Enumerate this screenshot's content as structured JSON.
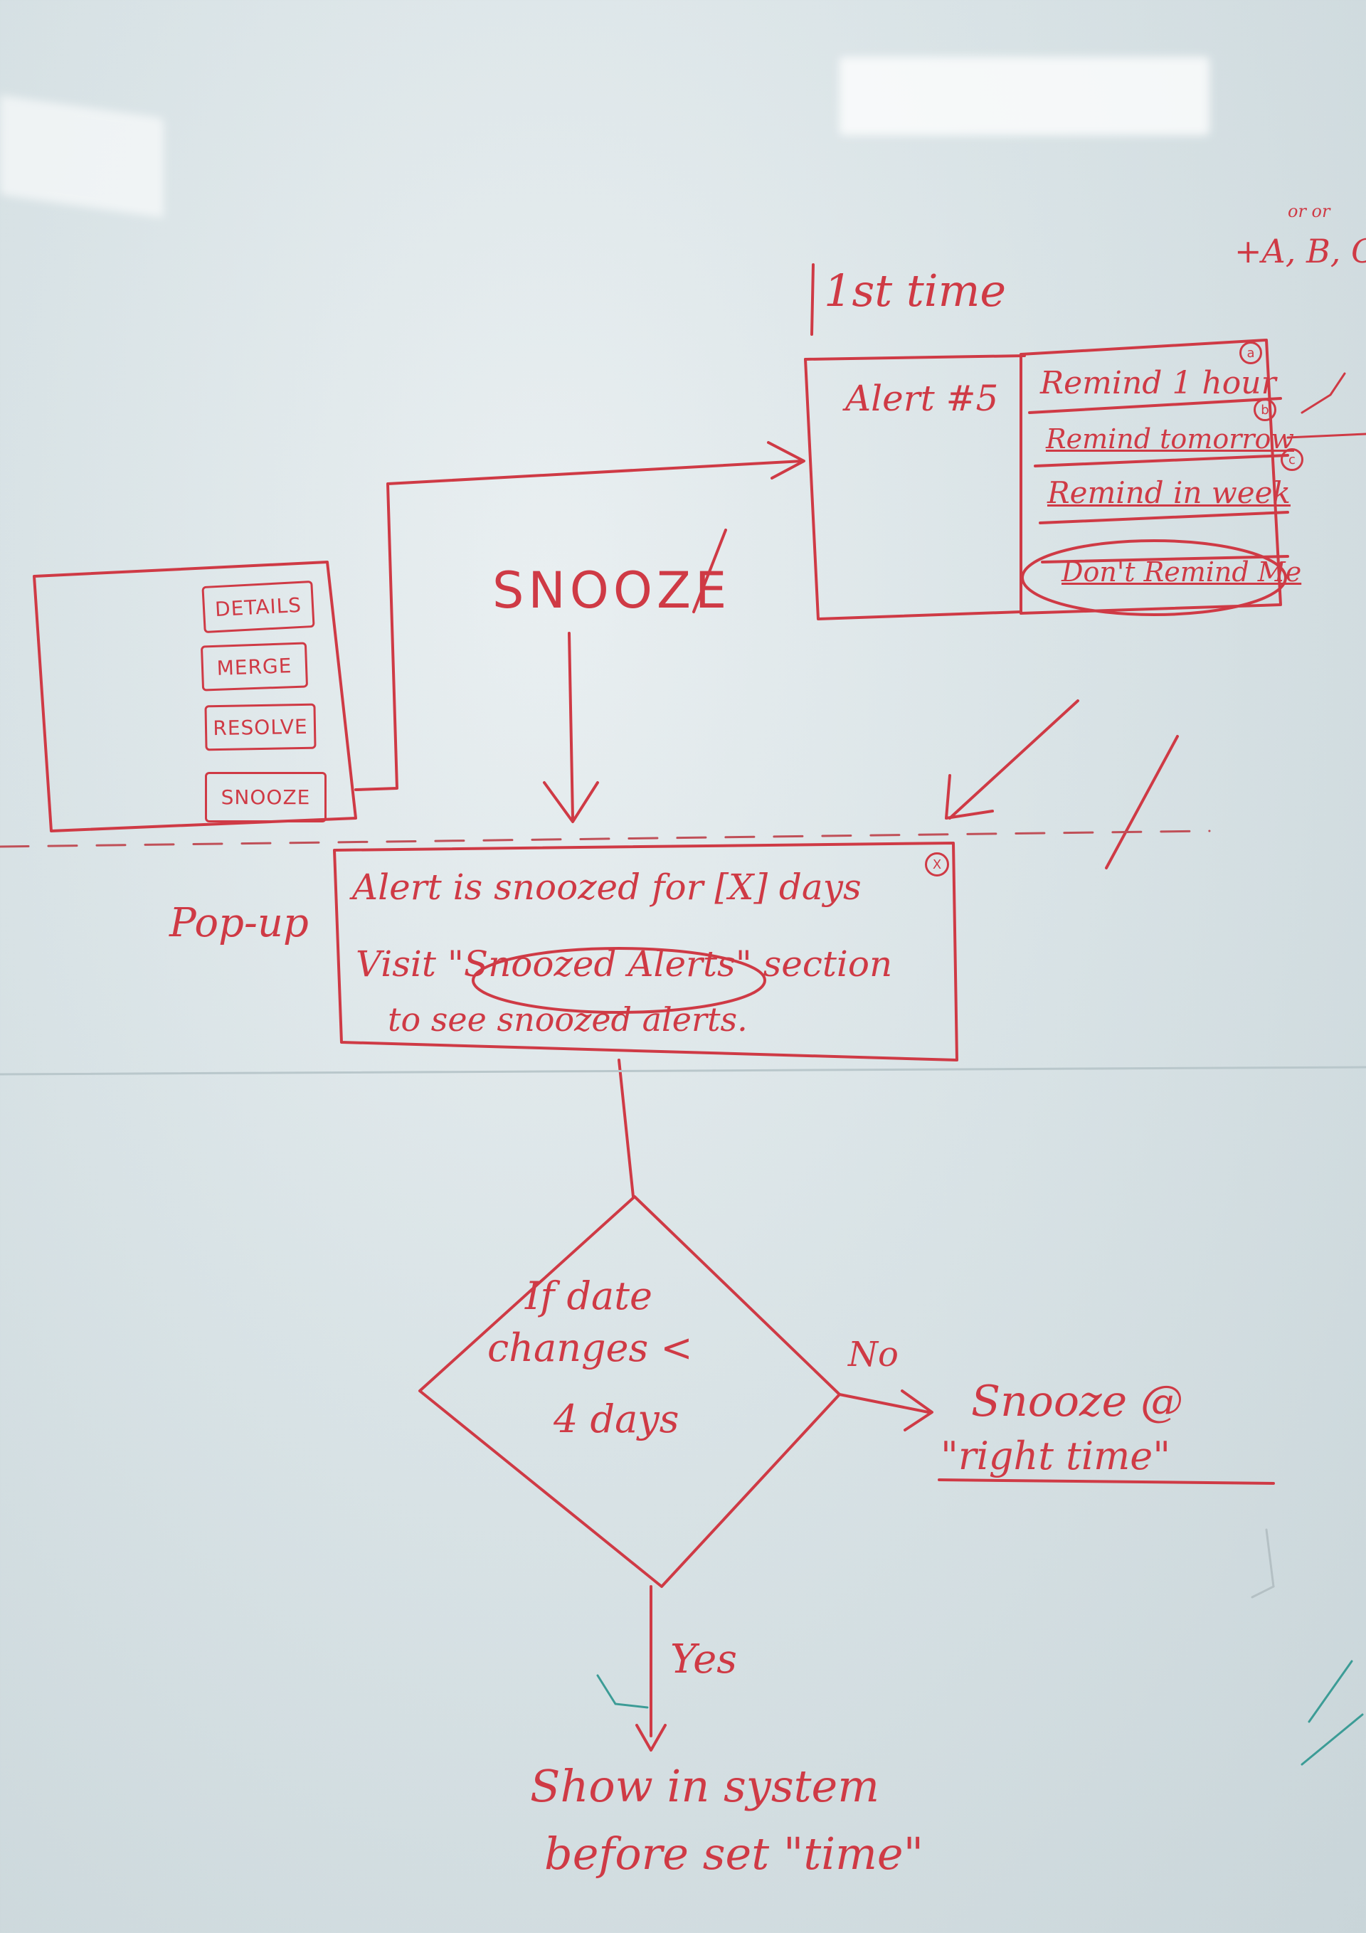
{
  "first_time_label": "1st time",
  "variant_note_small": "or or",
  "variant_note": "+A, B, C,",
  "alert_title": "Alert #5",
  "snooze_options": [
    {
      "label": "Remind 1 hour",
      "marker": "a"
    },
    {
      "label": "Remind tomorrow",
      "marker": "b"
    },
    {
      "label": "Remind in week",
      "marker": "c"
    },
    {
      "label": "Don't Remind Me",
      "marker": ""
    }
  ],
  "menu_buttons": [
    "DETAILS",
    "MERGE",
    "RESOLVE",
    "SNOOZE"
  ],
  "snooze_label": "SNOOZE",
  "popup_label": "Pop-up",
  "popup_lines": [
    "Alert is snoozed for [X] days",
    "Visit \"Snoozed Alerts\" section",
    "to see snoozed alerts."
  ],
  "popup_close": "X",
  "decision_text": [
    "If date",
    "changes <",
    "4 days"
  ],
  "no_label": "No",
  "no_result": [
    "Snooze @",
    "\"right time\""
  ],
  "yes_label": "Yes",
  "yes_result": [
    "Show in system",
    "before set \"time\""
  ],
  "colors": {
    "ink": "#cf3a45",
    "board": "#dde6e9",
    "teal_ink": "#2f8f8a"
  }
}
